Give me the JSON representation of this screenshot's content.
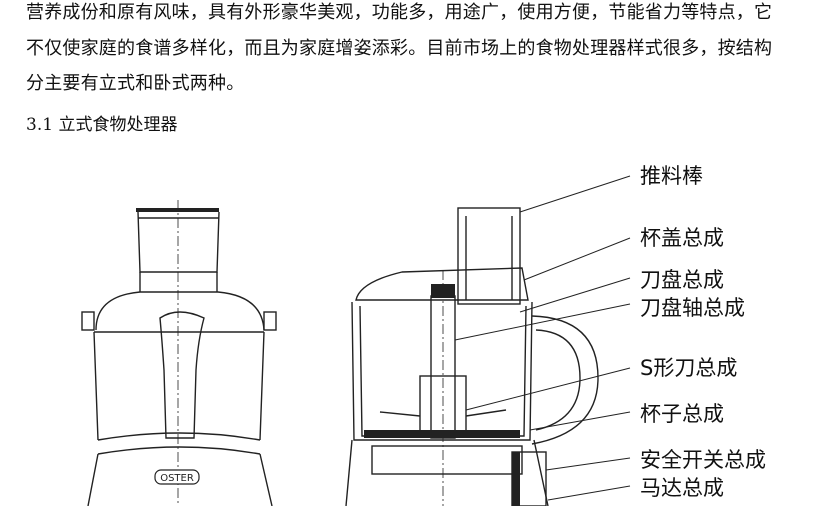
{
  "paragraph": {
    "lines": [
      "营养成份和原有风味，具有外形豪华美观，功能多，用途广，使用方便，节能省力等特点，它",
      "不仅使家庭的食谱多样化，而且为家庭增姿添彩。目前市场上的食物处理器样式很多，按结构",
      "分主要有立式和卧式两种。"
    ]
  },
  "section_heading": "3.1 立式食物处理器",
  "figure": {
    "brand_badge": "OSTER",
    "labels": [
      "推料棒",
      "杯盖总成",
      "刀盘总成",
      "刀盘轴总成",
      "S形刀总成",
      "杯子总成",
      "安全开关总成",
      "马达总成"
    ]
  }
}
